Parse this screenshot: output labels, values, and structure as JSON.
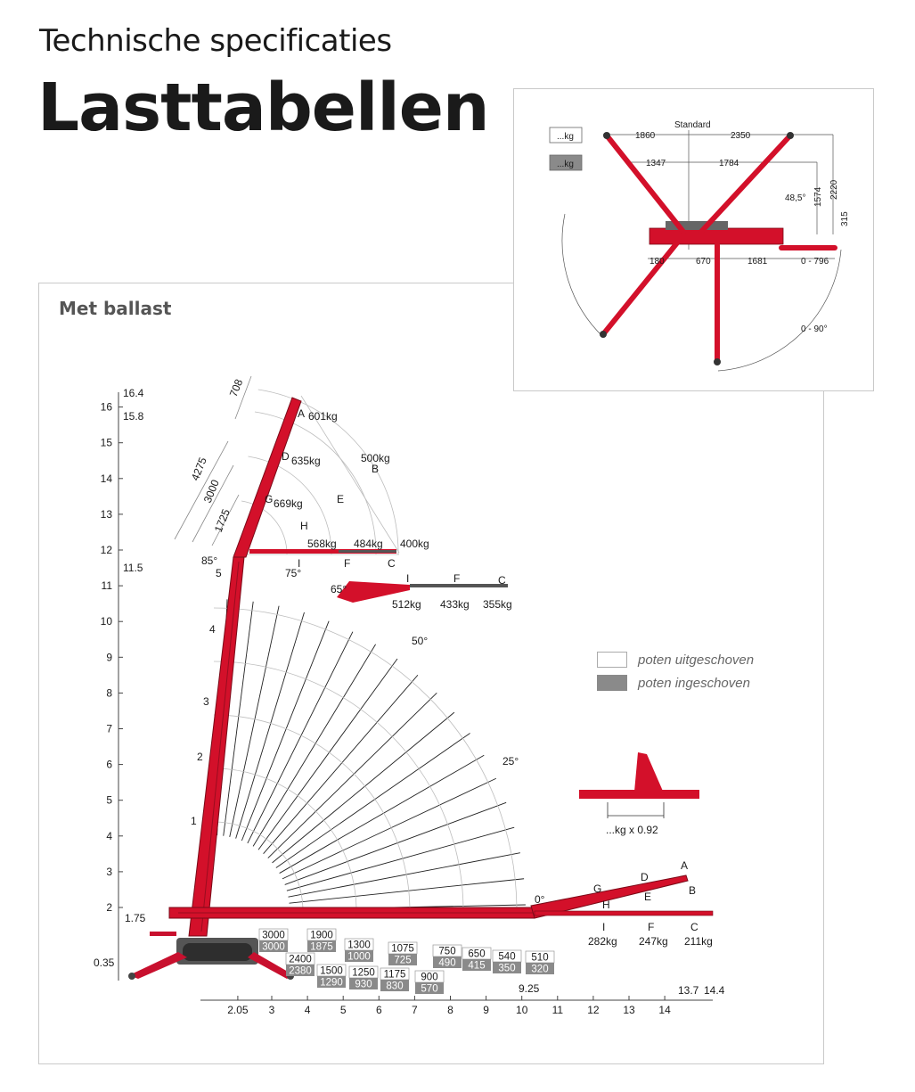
{
  "header": {
    "subtitle": "Technische specificaties",
    "title": "Lasttabellen"
  },
  "panel": {
    "title": "Met ballast"
  },
  "legend": [
    {
      "label": "poten uitgeschoven",
      "color": "#ffffff"
    },
    {
      "label": "poten ingeschoven",
      "color": "#8a8a8a"
    }
  ],
  "colors": {
    "crane": "#d3102a",
    "grey_box": "#8a8a8a",
    "grid": "#bdbdbd"
  },
  "inset": {
    "standard": "Standard",
    "kg_white": "...kg",
    "kg_grey": "...kg",
    "dims": [
      "1860",
      "2350",
      "1347",
      "1784",
      "48,5°",
      "1574",
      "2220",
      "315",
      "180",
      "670",
      "1681",
      "0 - 796",
      "0 - 90°"
    ]
  },
  "y_axis": {
    "ticks": [
      "2",
      "3",
      "4",
      "5",
      "6",
      "7",
      "8",
      "9",
      "10",
      "11",
      "12",
      "13",
      "14",
      "15",
      "16"
    ],
    "extra": [
      "16.4",
      "15.8",
      "11.5",
      "1.75",
      "0.35"
    ]
  },
  "x_axis": {
    "ticks": [
      "2.05",
      "3",
      "4",
      "5",
      "6",
      "7",
      "8",
      "9",
      "10",
      "11",
      "12",
      "13",
      "14"
    ],
    "extra": [
      "9.25",
      "13.7",
      "14.4"
    ]
  },
  "angles": [
    "85°",
    "75°",
    "65°",
    "50°",
    "25°",
    "0°"
  ],
  "boom_dims": [
    "708",
    "4275",
    "3000",
    "1725"
  ],
  "boom_points": [
    "A",
    "D",
    "G",
    "H",
    "I",
    "F",
    "C",
    "B",
    "E",
    "1",
    "2",
    "3",
    "4",
    "5"
  ],
  "top_loads": [
    {
      "label": "601kg"
    },
    {
      "label": "635kg"
    },
    {
      "label": "669kg"
    },
    {
      "label": "500kg"
    },
    {
      "label": "568kg"
    },
    {
      "label": "484kg"
    },
    {
      "label": "400kg"
    }
  ],
  "mid_loads": [
    "512kg",
    "433kg",
    "355kg"
  ],
  "right_loads": [
    "282kg",
    "247kg",
    "211kg"
  ],
  "factor": "...kg x 0.92",
  "load_table": [
    {
      "white": "3000",
      "grey": "3000"
    },
    {
      "white": "2400",
      "grey": "2380"
    },
    {
      "white": "1900",
      "grey": "1875"
    },
    {
      "white": "1500",
      "grey": "1290"
    },
    {
      "white": "1300",
      "grey": "1000"
    },
    {
      "white": "1250",
      "grey": "930"
    },
    {
      "white": "1075",
      "grey": "725"
    },
    {
      "white": "1175",
      "grey": "830"
    },
    {
      "white": "750",
      "grey": "490"
    },
    {
      "white": "900",
      "grey": "570"
    },
    {
      "white": "650",
      "grey": "415"
    },
    {
      "white": "540",
      "grey": "350"
    },
    {
      "white": "510",
      "grey": "320"
    }
  ]
}
